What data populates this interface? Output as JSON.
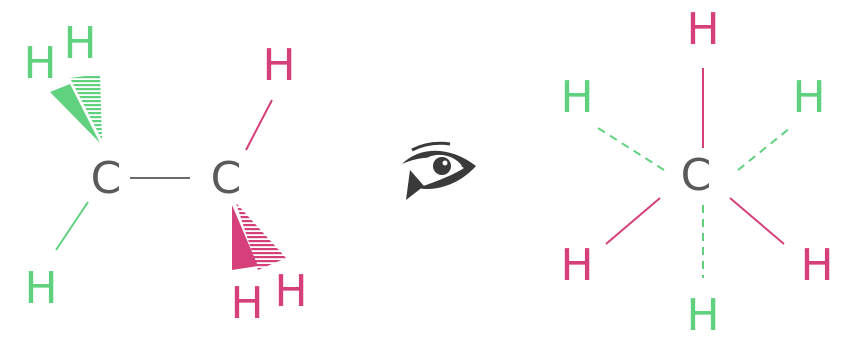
{
  "colors": {
    "green": "#5fd17f",
    "pink": "#d6407a",
    "carbon": "#5a5a5a",
    "bond": "#6b6b6b",
    "eye": "#3a3a3a"
  },
  "icons": {
    "viewer": "eye-icon"
  },
  "left_molecule": {
    "carbon_1": "C",
    "carbon_2": "C",
    "front_hydrogens": [
      "H",
      "H",
      "H"
    ],
    "back_hydrogens": [
      "H",
      "H",
      "H"
    ]
  },
  "right_projection": {
    "carbon": "C",
    "front_hydrogens": [
      "H",
      "H",
      "H"
    ],
    "back_hydrogens": [
      "H",
      "H",
      "H"
    ]
  }
}
